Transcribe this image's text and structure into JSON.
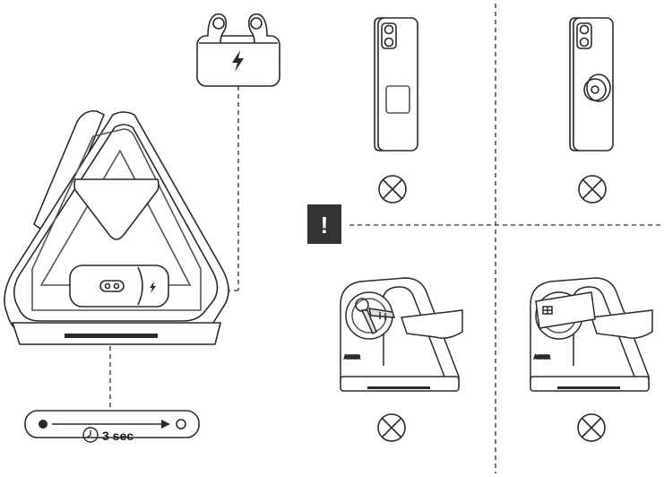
{
  "colors": {
    "line": "#2a2a2a",
    "light_line": "#555555",
    "warning_bg": "#333333",
    "warning_fg": "#ffffff",
    "background": "#ffffff"
  },
  "warning_badge": {
    "symbol": "!"
  },
  "device_brand": "ANKER",
  "reset_instruction": {
    "duration": "3 sec",
    "clock_icon": "clock-icon"
  },
  "prohibited_items": [
    {
      "name": "phone-with-metal-plate",
      "status": "not-allowed"
    },
    {
      "name": "phone-with-ring-holder",
      "status": "not-allowed"
    },
    {
      "name": "metal-keys-on-charger",
      "status": "not-allowed"
    },
    {
      "name": "card-on-charger",
      "status": "not-allowed"
    }
  ]
}
